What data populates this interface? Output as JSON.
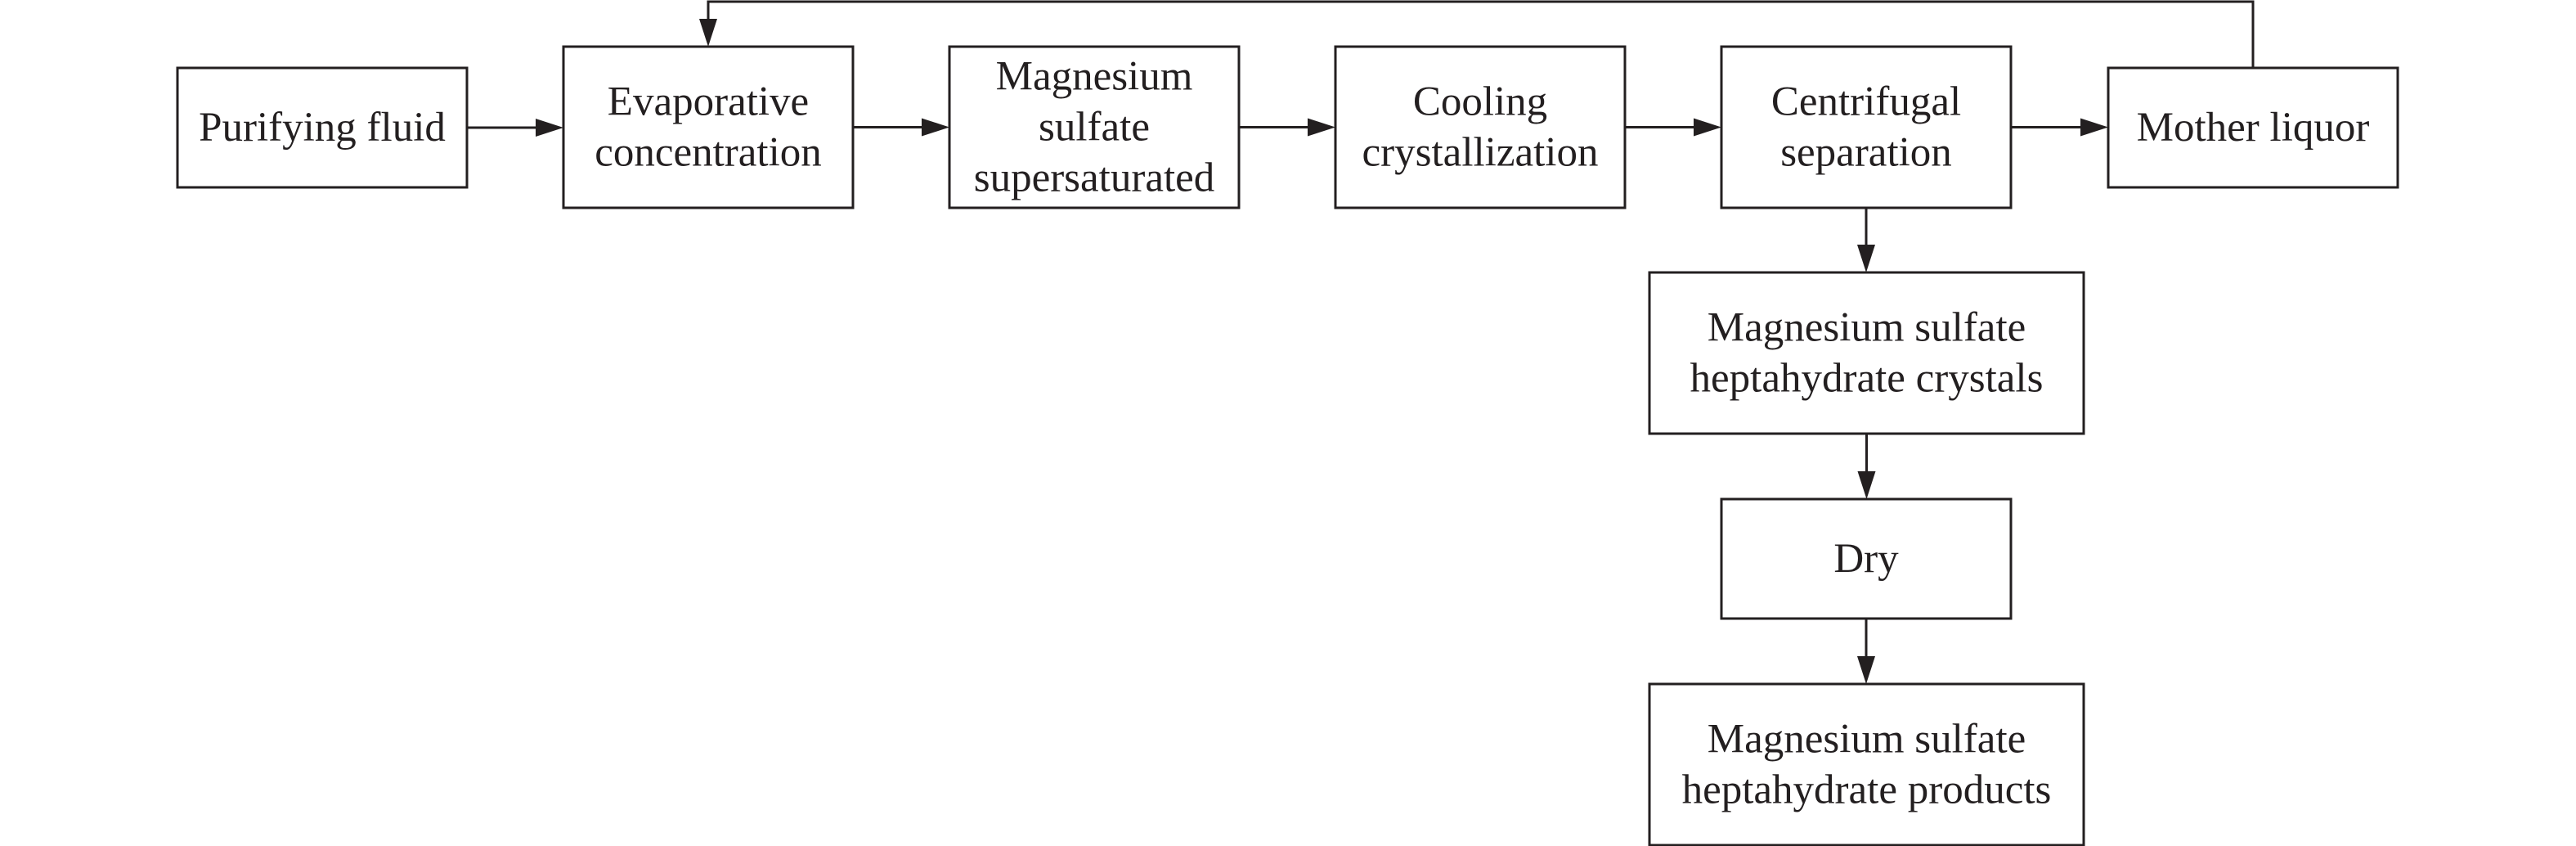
{
  "nodes": {
    "purifying_fluid": [
      "Purifying fluid"
    ],
    "evaporative_concentration": [
      "Evaporative",
      "concentration"
    ],
    "magnesium_sulfate_supersaturated": [
      "Magnesium",
      "sulfate",
      "supersaturated"
    ],
    "cooling_crystallization": [
      "Cooling",
      "crystallization"
    ],
    "centrifugal_separation": [
      "Centrifugal",
      "separation"
    ],
    "mother_liquor": [
      "Mother liquor"
    ],
    "heptahydrate_crystals": [
      "Magnesium sulfate",
      "heptahydrate crystals"
    ],
    "dry": [
      "Dry"
    ],
    "heptahydrate_products": [
      "Magnesium sulfate",
      "heptahydrate products"
    ]
  },
  "edges": [
    {
      "from": "purifying_fluid",
      "to": "evaporative_concentration"
    },
    {
      "from": "evaporative_concentration",
      "to": "magnesium_sulfate_supersaturated"
    },
    {
      "from": "magnesium_sulfate_supersaturated",
      "to": "cooling_crystallization"
    },
    {
      "from": "cooling_crystallization",
      "to": "centrifugal_separation"
    },
    {
      "from": "centrifugal_separation",
      "to": "mother_liquor"
    },
    {
      "from": "mother_liquor",
      "to": "evaporative_concentration",
      "kind": "recycle"
    },
    {
      "from": "centrifugal_separation",
      "to": "heptahydrate_crystals"
    },
    {
      "from": "heptahydrate_crystals",
      "to": "dry"
    },
    {
      "from": "dry",
      "to": "heptahydrate_products"
    }
  ],
  "colors": {
    "stroke": "#231f20",
    "background": "#ffffff"
  }
}
